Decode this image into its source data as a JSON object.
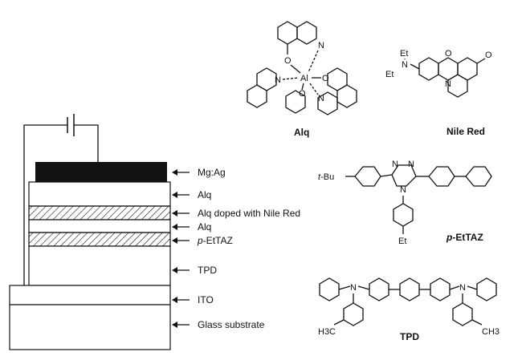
{
  "device": {
    "layers": [
      {
        "key": "cathode",
        "label": "Mg:Ag"
      },
      {
        "key": "alq_top",
        "label": "Alq"
      },
      {
        "key": "alq_doped",
        "label": "Alq doped with Nile Red"
      },
      {
        "key": "alq_mid",
        "label": "Alq"
      },
      {
        "key": "etaz",
        "label_prefix": "p",
        "label_rest": "-EtTAZ"
      },
      {
        "key": "tpd",
        "label": "TPD"
      },
      {
        "key": "ito",
        "label": "ITO"
      },
      {
        "key": "glass",
        "label": "Glass substrate"
      }
    ]
  },
  "structures": {
    "alq": {
      "name": "Alq",
      "atoms": {
        "al": "Al",
        "o": "O",
        "n": "N"
      }
    },
    "nile_red": {
      "name": "Nile Red",
      "atoms": {
        "et": "Et",
        "n": "N",
        "o": "O"
      }
    },
    "etaz": {
      "name_prefix": "p",
      "name_rest": "-EtTAZ",
      "atoms": {
        "tbu_prefix": "t",
        "tbu_rest": "-Bu",
        "n": "N",
        "et": "Et"
      }
    },
    "tpd": {
      "name": "TPD",
      "atoms": {
        "n": "N",
        "ch3_left": "H3C",
        "ch3_right": "CH3"
      }
    }
  }
}
